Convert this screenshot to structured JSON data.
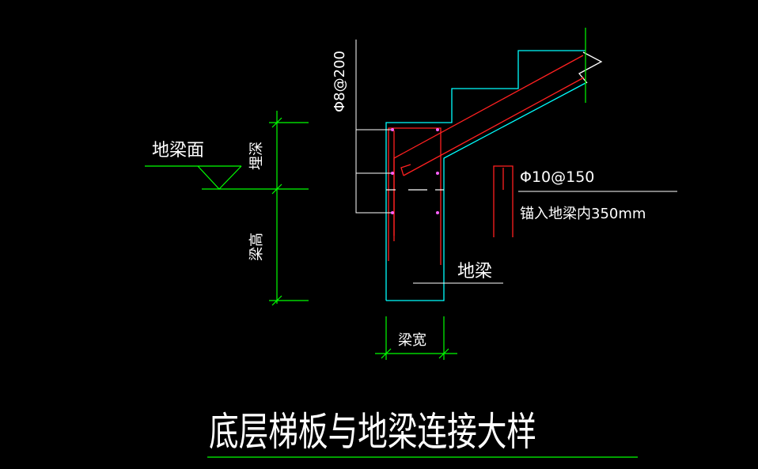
{
  "drawing": {
    "title": "底层梯板与地梁连接大样",
    "labels": {
      "beam_top": "地梁面",
      "cover_depth": "埋深",
      "beam_height": "梁高",
      "beam_width": "梁宽",
      "ground_beam": "地梁",
      "stirrup_spec": "Φ8@200",
      "rebar_spec": "Φ10@150",
      "anchor_note": "锚入地梁内350mm"
    }
  },
  "colors": {
    "background": "#000000",
    "outline": "#00ffff",
    "rebar": "#ff2020",
    "dimension": "#00ff00",
    "text": "#ffffff",
    "leader": "#ffffff",
    "hatch_point": "#ff60ff"
  }
}
